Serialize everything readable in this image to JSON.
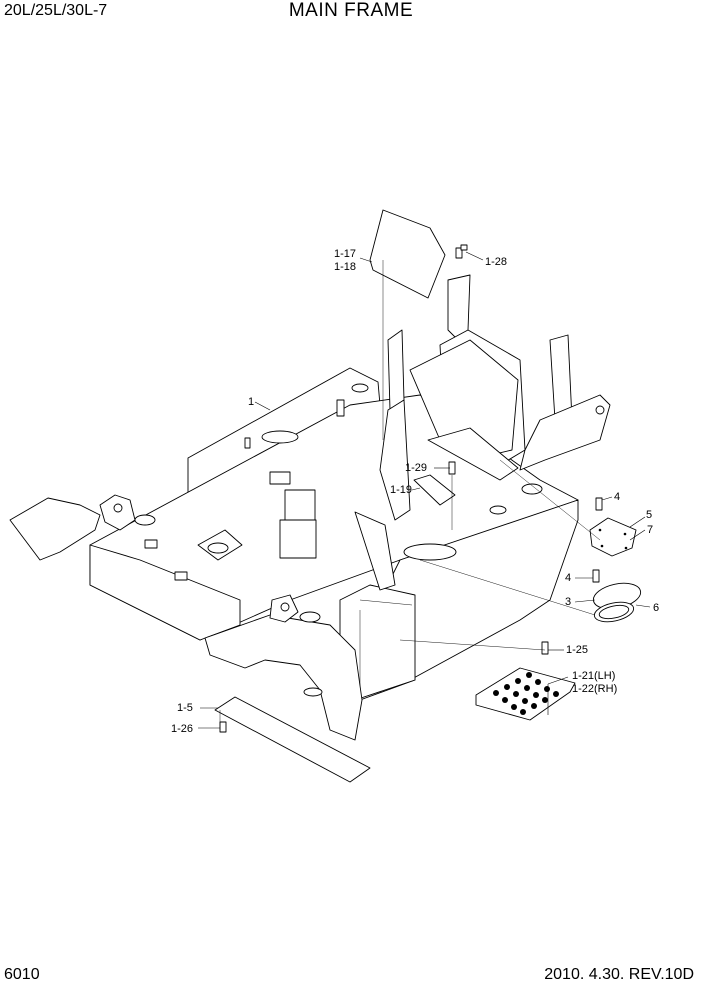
{
  "header": {
    "model": "20L/25L/30L-7",
    "title": "MAIN FRAME"
  },
  "footer": {
    "page_number": "6010",
    "revision": "2010. 4.30.  REV.10D"
  },
  "callouts": {
    "c1": "1",
    "c1_17": "1-17",
    "c1_18": "1-18",
    "c1_28": "1-28",
    "c1_29": "1-29",
    "c1_19": "1-19",
    "c4a": "4",
    "c5": "5",
    "c7": "7",
    "c4b": "4",
    "c3": "3",
    "c6": "6",
    "c1_25": "1-25",
    "c1_21": "1-21(LH)",
    "c1_22": "1-22(RH)",
    "c1_5": "1-5",
    "c1_26": "1-26"
  }
}
